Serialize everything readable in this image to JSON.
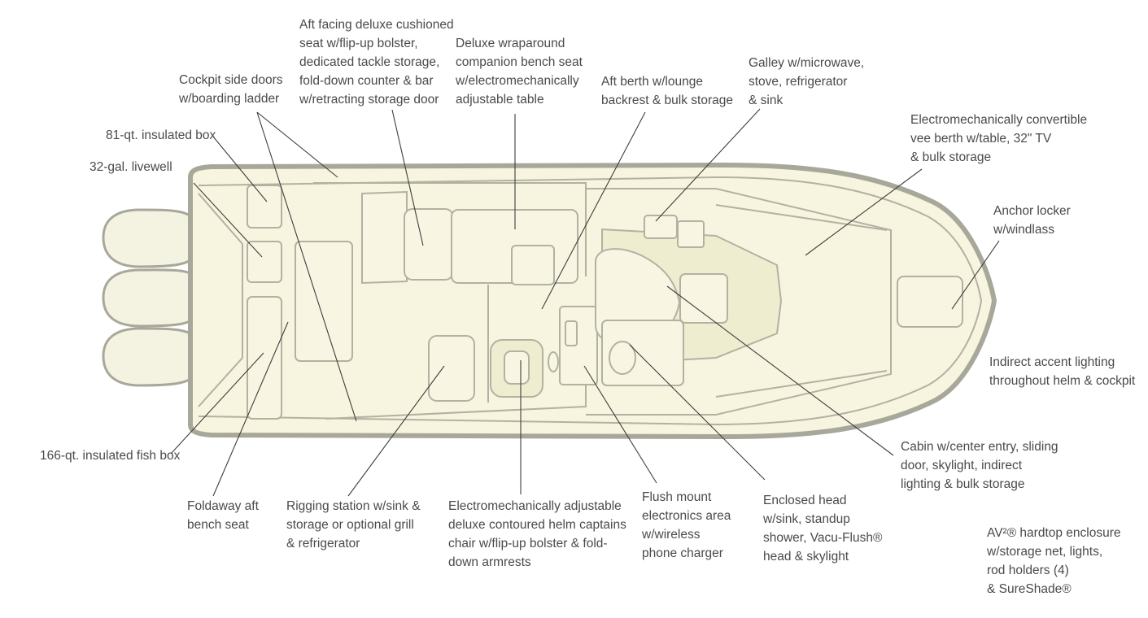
{
  "labels": {
    "aft_facing_seat": [
      "Aft facing deluxe cushioned",
      "seat w/flip-up bolster,",
      "dedicated tackle storage,",
      "fold-down counter & bar",
      "w/retracting storage door"
    ],
    "companion_bench": [
      "Deluxe wraparound",
      "companion bench seat",
      "w/electromechanically",
      "adjustable table"
    ],
    "cockpit_doors": [
      "Cockpit side doors",
      "w/boarding ladder"
    ],
    "aft_berth": [
      "Aft berth w/lounge",
      "backrest & bulk storage"
    ],
    "galley": [
      "Galley w/microwave,",
      "stove, refrigerator",
      "& sink"
    ],
    "vee_berth": [
      "Electromechanically convertible",
      "vee berth w/table, 32\" TV",
      "& bulk storage"
    ],
    "insulated_box": [
      "81-qt. insulated box"
    ],
    "livewell": [
      "32-gal. livewell"
    ],
    "anchor_locker": [
      "Anchor locker",
      "w/windlass"
    ],
    "accent_lighting": [
      "Indirect accent lighting",
      "throughout helm & cockpit"
    ],
    "cabin": [
      "Cabin w/center entry, sliding",
      "door, skylight, indirect",
      "lighting & bulk storage"
    ],
    "fish_box": [
      "166-qt. insulated fish box"
    ],
    "aft_bench": [
      "Foldaway aft",
      "bench seat"
    ],
    "rigging_station": [
      "Rigging station w/sink &",
      "storage or optional grill",
      "& refrigerator"
    ],
    "helm_chair": [
      "Electromechanically adjustable",
      "deluxe contoured helm captains",
      "chair w/flip-up bolster & fold-",
      "down armrests"
    ],
    "electronics": [
      "Flush mount",
      "electronics area",
      "w/wireless",
      "phone charger"
    ],
    "head": [
      "Enclosed head",
      "w/sink, standup",
      "shower, Vacu-Flush®",
      "head & skylight"
    ],
    "hardtop": [
      "AV²® hardtop enclosure",
      "w/storage net, lights,",
      "rod holders (4)",
      "& SureShade®"
    ]
  },
  "colors": {
    "hull_fill": "#f7f4df",
    "hull_stroke": "#a8a89a",
    "label_text": "#4a4a4a",
    "leader_line": "#3e3e3e"
  }
}
